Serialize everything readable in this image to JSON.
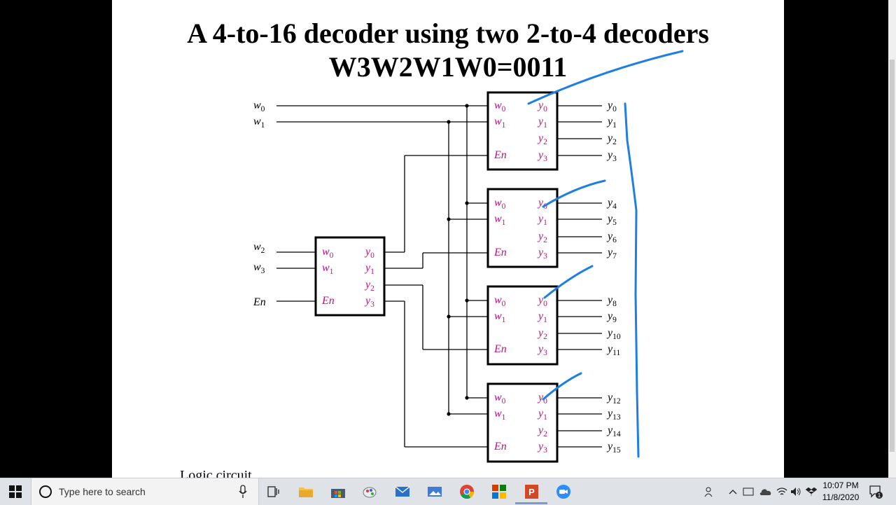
{
  "slide": {
    "title_line1": "A 4-to-16 decoder using two 2-to-4 decoders",
    "title_line2": "W3W2W1W0=0011",
    "caption": "Logic circuit"
  },
  "diagram": {
    "input_labels": [
      "w0",
      "w1",
      "w2",
      "w3",
      "En"
    ],
    "decoder_port_inputs": [
      "w0",
      "w1",
      "En"
    ],
    "decoder_port_outputs": [
      "y0",
      "y1",
      "y2",
      "y3"
    ],
    "outputs": [
      "y0",
      "y1",
      "y2",
      "y3",
      "y4",
      "y5",
      "y6",
      "y7",
      "y8",
      "y9",
      "y10",
      "y11",
      "y12",
      "y13",
      "y14",
      "y15"
    ],
    "ink_color": "#c0137e",
    "annotation_color": "#1e7fe0"
  },
  "taskbar": {
    "search_placeholder": "Type here to search",
    "time": "10:07 PM",
    "date": "11/8/2020",
    "apps": [
      "task-view",
      "file-explorer",
      "store",
      "paint",
      "mail",
      "photos",
      "chrome",
      "office",
      "powerpoint",
      "zoom"
    ],
    "notification_count": "1"
  }
}
